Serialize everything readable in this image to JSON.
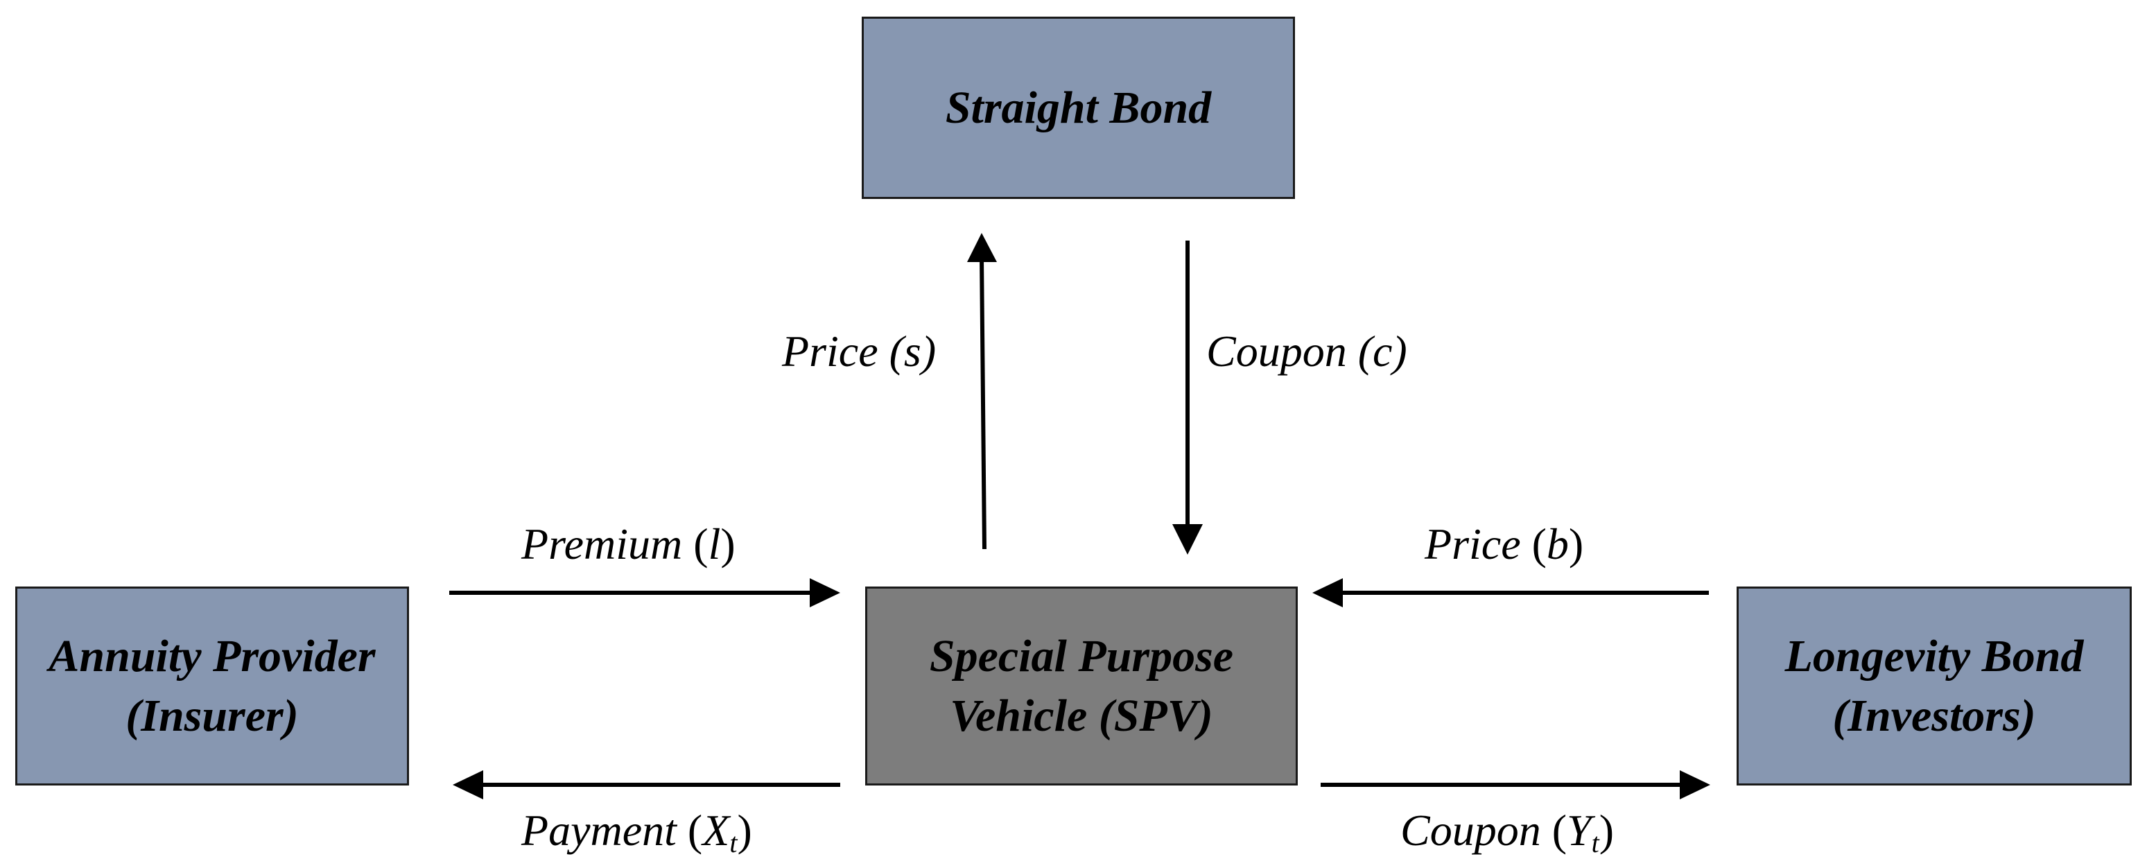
{
  "boxes": {
    "straight_bond": {
      "line1": "Straight Bond"
    },
    "annuity_provider": {
      "line1": "Annuity Provider",
      "line2": "(Insurer)"
    },
    "spv": {
      "line1": "Special Purpose",
      "line2": "Vehicle (SPV)"
    },
    "longevity_bond": {
      "line1": "Longevity Bond",
      "line2": "(Investors)"
    }
  },
  "flows": {
    "price_s": {
      "word": "Price",
      "open": "(",
      "var": "s",
      "close": ")"
    },
    "coupon_c": {
      "word": "Coupon",
      "open": "(",
      "var": "c",
      "close": ")"
    },
    "premium_l": {
      "word": "Premium",
      "open": "(",
      "var": "l",
      "close": ")"
    },
    "price_b": {
      "word": "Price",
      "open": "(",
      "var": "b",
      "close": ")"
    },
    "payment_x": {
      "word": "Payment",
      "open": "(",
      "var": "X",
      "sub": "t",
      "close": ")"
    },
    "coupon_y": {
      "word": "Coupon",
      "open": "(",
      "var": "Y",
      "sub": "t",
      "close": ")"
    }
  },
  "colors": {
    "party_box": "#8797b1",
    "spv_box": "#7d7d7d",
    "line": "#000000"
  }
}
